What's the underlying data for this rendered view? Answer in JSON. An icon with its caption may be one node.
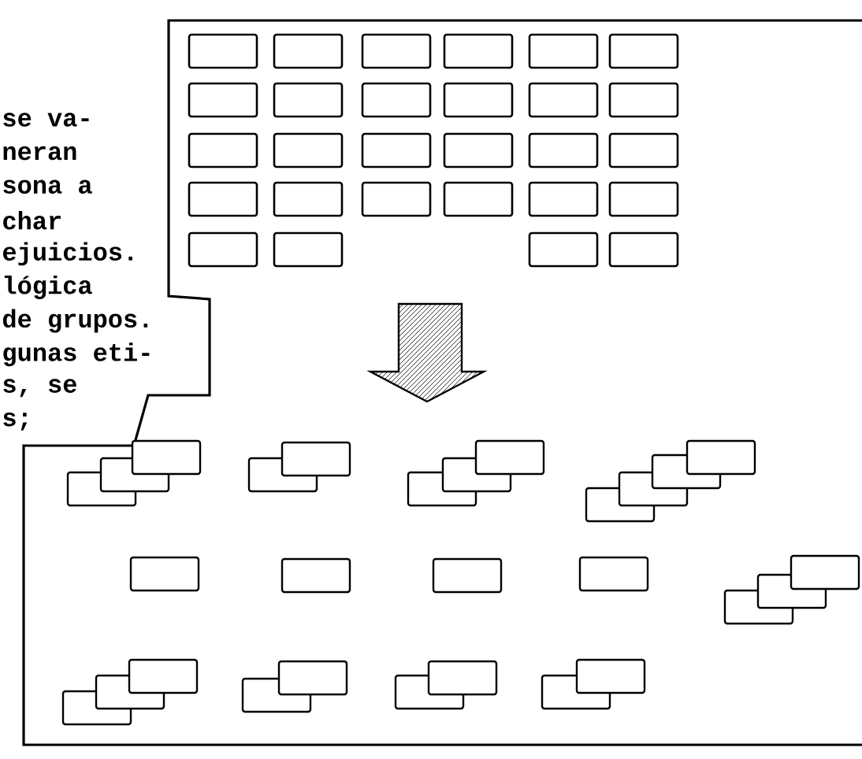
{
  "diagram": {
    "labels": [
      "se va-",
      "neran",
      "sona a",
      "char",
      "ejuicios.",
      "lógica",
      "de grupos.",
      "gunas eti-",
      "s, se",
      "s;"
    ]
  }
}
